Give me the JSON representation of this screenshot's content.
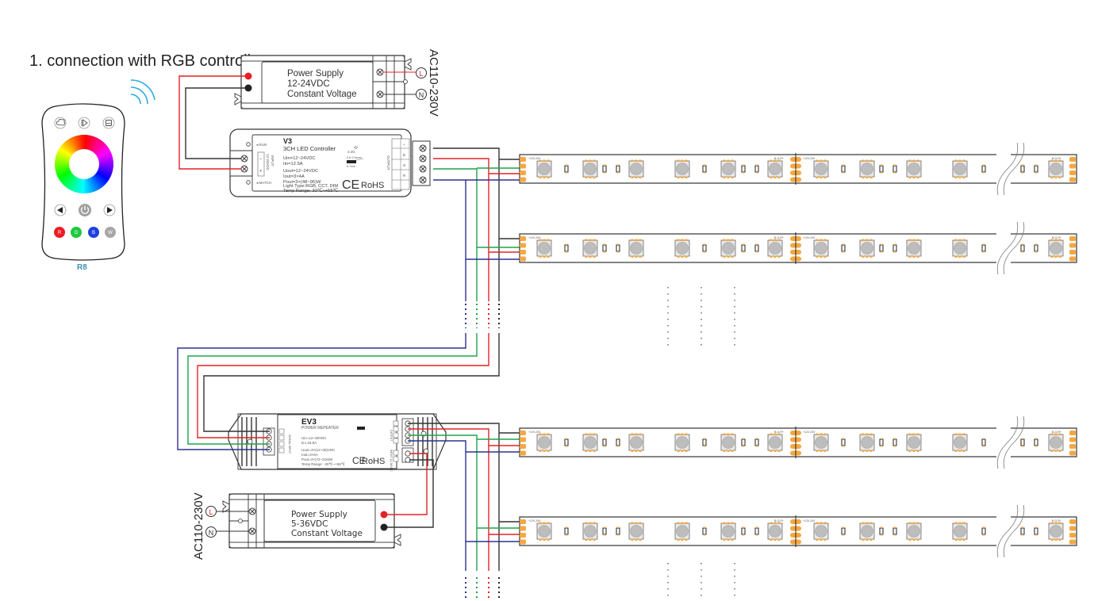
{
  "heading": {
    "number": "1.",
    "text": "connection with RGB controller"
  },
  "remote": {
    "model": "R8",
    "top_buttons": [
      "scene-icon",
      "play-mode-icon",
      "save-icon"
    ],
    "nav_buttons": [
      "left-arrow-icon",
      "power-icon",
      "right-arrow-icon"
    ],
    "color_buttons": [
      {
        "label": "R",
        "color": "#ee1c24"
      },
      {
        "label": "G",
        "color": "#1ec940"
      },
      {
        "label": "B",
        "color": "#1f3fe0"
      },
      {
        "label": "W",
        "color": "#a6a6a6"
      }
    ],
    "signal_color": "#29abe2"
  },
  "power_supply_1": {
    "line1": "Power Supply",
    "line2": "12-24VDC",
    "line3": "Constant Voltage",
    "ac_label": "AC110-230V",
    "terminal_live": "L",
    "terminal_neutral": "N"
  },
  "controller": {
    "model": "V3",
    "subtitle": "3CH LED Controller",
    "specs": [
      "Uin=12~24VDC",
      "Iin=12.5A",
      "Uout=12~24VDC",
      "Iout=3×4A",
      "Pout=3×(48~96)W",
      "Light Type:RGB, CCT, DIM",
      "Temp Range:-30℃~+55℃"
    ],
    "run_label": "RUN",
    "match_label": "MATCH",
    "input_label": "INPUT",
    "input_voltage": "12-24VDC",
    "input_minus": "−",
    "input_plus": "+",
    "output_label": "OUTPUT",
    "output_rows": [
      "+",
      "B",
      "G",
      "R"
    ],
    "rf_label": "2.4G",
    "wire_spec_1": "0.5~2.5mm²",
    "wire_spec_2": "6-7mm",
    "ce_mark": "CE",
    "rohs": "RoHS"
  },
  "repeater": {
    "model": "EV3",
    "subtitle": "POWER REPEATER",
    "specs": [
      "Uin=12~36VDC",
      "Iin=18.5A",
      "Uout=3×(12~36)VDC",
      "Iout=3×6A",
      "Pout=3×(72~216)W",
      "Temp Range: -30℃~+55℃"
    ],
    "signal_input_label": "SIGNAL INPUT",
    "output_label": "OUTPUT",
    "power_input_label": "INPUT 12-36VDC",
    "ce_mark": "CE",
    "rohs": "RoHS"
  },
  "power_supply_2": {
    "line1": "Power Supply",
    "line2": "5-36VDC",
    "line3": "Constant Voltage",
    "ac_label": "AC110-230V",
    "terminal_live": "L",
    "terminal_neutral": "N"
  },
  "led_strips": {
    "count": 4,
    "pad_labels_start": [
      "+12V-24V",
      "B",
      "R",
      "G"
    ],
    "pad_label_end": "B-G-R+",
    "pad_color": "#f5a742"
  },
  "wire_colors": {
    "positive": "#333333",
    "red": "#e32227",
    "green": "#1ea34a",
    "blue": "#2e3192"
  }
}
